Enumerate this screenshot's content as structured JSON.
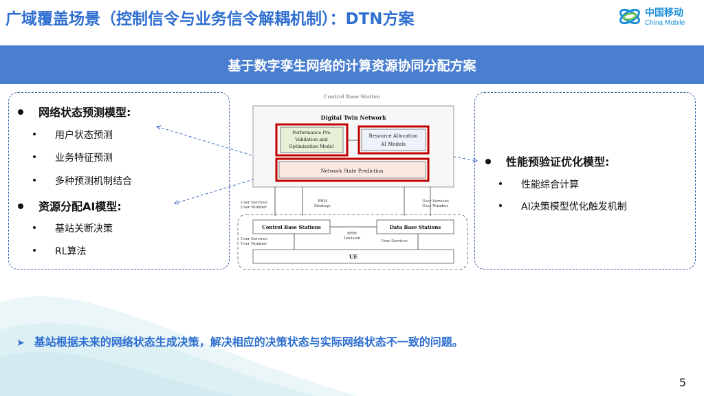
{
  "header": {
    "title": "广域覆盖场景（控制信令与业务信令解耦机制）：DTN方案",
    "logo_cn": "中国移动",
    "logo_en": "China Mobile"
  },
  "banner": {
    "title": "基于数字孪生网络的计算资源协同分配方案"
  },
  "left_panel": {
    "section1": {
      "title": "网络状态预测模型:",
      "items": [
        "用户状态预测",
        "业务特征预测",
        "多种预测机制结合"
      ]
    },
    "section2": {
      "title": "资源分配AI模型:",
      "items": [
        "基站关断决策",
        "RL算法"
      ]
    }
  },
  "right_panel": {
    "section1": {
      "title": "性能预验证优化模型:",
      "items": [
        "性能综合计算",
        "AI决策模型优化触发机制"
      ]
    }
  },
  "diagram": {
    "outer_label": "Control Base Station",
    "dtn_label": "Digital Twin Network",
    "perf_box": [
      "Performance Pre",
      "Validation and",
      "Optimization Model"
    ],
    "res_box": [
      "Resource Allocation",
      "AI Models"
    ],
    "nsp_box": "Network State Prediction",
    "rrm_strategy": [
      "RRM",
      "Strategy"
    ],
    "user_left_top": [
      "User Services",
      "User Number"
    ],
    "user_right_top": [
      "User Services",
      "User Number"
    ],
    "cbs": "Control Base Stations",
    "dbs": "Data Base Stations",
    "rrm_decision": [
      "RRM",
      "Decision"
    ],
    "user_left_bottom": [
      "User Services",
      "User Number"
    ],
    "user_right_bottom": "User Services",
    "ue": "UE"
  },
  "conclusion": "基站根据未来的网络状态生成决策，解决相应的决策状态与实际网络状态不一致的问题。",
  "page_number": "5",
  "colors": {
    "accent": "#2f6fd0",
    "banner": "#4a7fd0",
    "highlight": "#c00000"
  }
}
